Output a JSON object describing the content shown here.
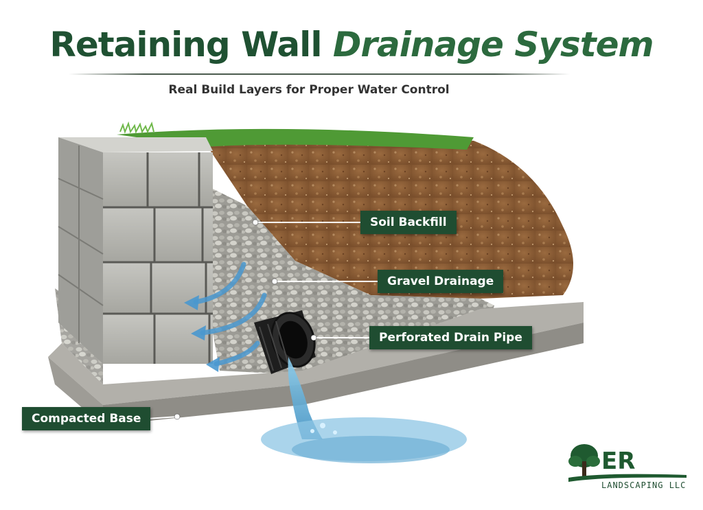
{
  "header": {
    "title_part1": "Retaining Wall",
    "title_part2": "Drainage System",
    "subtitle": "Real Build Layers for Proper Water Control"
  },
  "callouts": {
    "soil": "Soil Backfill",
    "gravel": "Gravel Drainage",
    "pipe": "Perforated Drain Pipe",
    "base": "Compacted Base"
  },
  "logo": {
    "initials": "ER",
    "name": "LANDSCAPING LLC"
  },
  "colors": {
    "brand_green": "#1f4d31",
    "title_green": "#1f5132",
    "soil": "#8a5a34",
    "gravel": "#a9a8a2",
    "block": "#b9b9b4",
    "water": "#5ea9d3",
    "grass": "#4f9a35"
  }
}
